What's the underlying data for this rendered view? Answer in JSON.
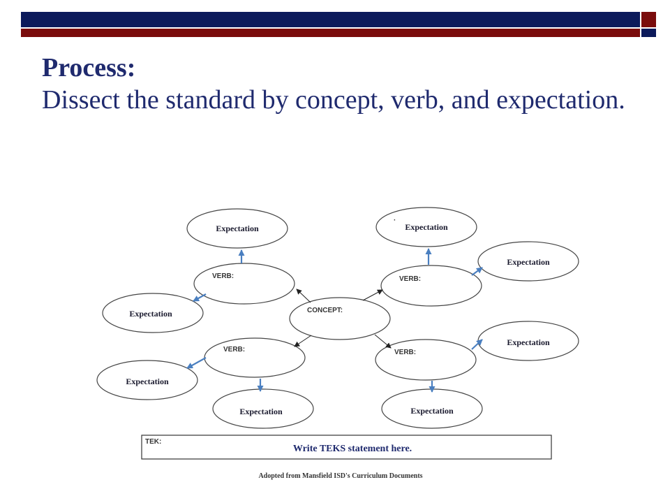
{
  "colors": {
    "navy": "#0c1a5b",
    "maroon": "#7a0c0c",
    "title": "#1f2a6e",
    "arrow_blue": "#4a7fc0"
  },
  "title": {
    "heading": "Process:",
    "body": "Dissect the standard by concept, verb, and expectation."
  },
  "diagram": {
    "concept_label": "CONCEPT:",
    "verb_label": "VERB:",
    "expectation_label": "Expectation",
    "stray_mark": "·",
    "tek_label": "TEK:",
    "tek_statement": "Write TEKS statement here.",
    "credit": "Adopted from Mansfield ISD's Curriculum Documents"
  }
}
